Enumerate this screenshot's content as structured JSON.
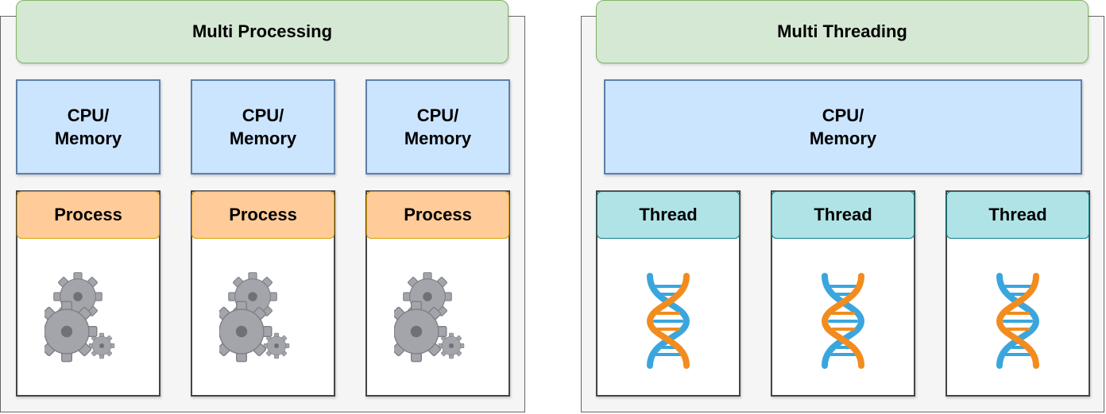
{
  "multi_processing": {
    "title": "Multi Processing",
    "cpu_blocks": [
      {
        "line1": "CPU/",
        "line2": "Memory"
      },
      {
        "line1": "CPU/",
        "line2": "Memory"
      },
      {
        "line1": "CPU/",
        "line2": "Memory"
      }
    ],
    "processes": [
      {
        "label": "Process",
        "icon": "gears-icon"
      },
      {
        "label": "Process",
        "icon": "gears-icon"
      },
      {
        "label": "Process",
        "icon": "gears-icon"
      }
    ]
  },
  "multi_threading": {
    "title": "Multi Threading",
    "cpu_block": {
      "line1": "CPU/",
      "line2": "Memory"
    },
    "threads": [
      {
        "label": "Thread",
        "icon": "dna-icon"
      },
      {
        "label": "Thread",
        "icon": "dna-icon"
      },
      {
        "label": "Thread",
        "icon": "dna-icon"
      }
    ]
  },
  "colors": {
    "banner_fill": "#d5e8d4",
    "cpu_fill": "#cce5ff",
    "process_header": "#ffcc99",
    "thread_header": "#b0e3e6",
    "dna_orange": "#f28c1e",
    "dna_blue": "#3aa6dd",
    "gear_gray": "#a3a5ab"
  }
}
